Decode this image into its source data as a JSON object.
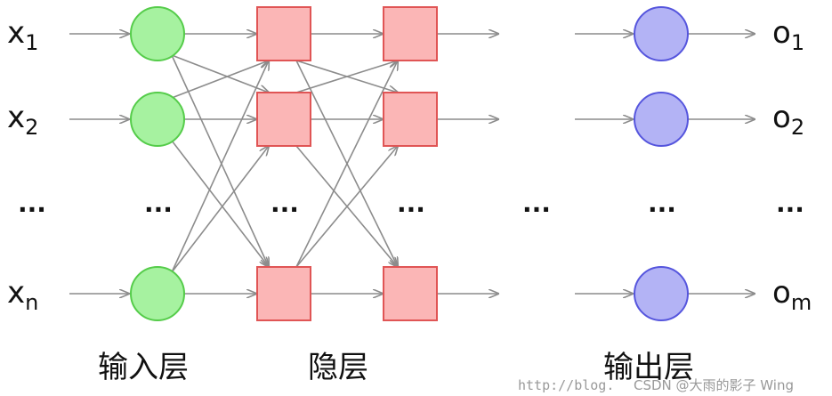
{
  "inputs": [
    {
      "base": "x",
      "sub": "1"
    },
    {
      "base": "x",
      "sub": "2"
    },
    {
      "base": "x",
      "sub": "n"
    }
  ],
  "outputs": [
    {
      "base": "o",
      "sub": "1"
    },
    {
      "base": "o",
      "sub": "2"
    },
    {
      "base": "o",
      "sub": "m"
    }
  ],
  "ellipsis": "...",
  "layers": {
    "input_label": "输入层",
    "hidden_label": "隐层",
    "output_label": "输出层"
  },
  "watermark": {
    "url": "http://blog.",
    "text": "CSDN @大雨的影子 Wing"
  },
  "colors": {
    "input_fill": "#a6f2a0",
    "input_stroke": "#55cc4a",
    "hidden_fill": "#fbb6b6",
    "hidden_stroke": "#e05555",
    "output_fill": "#b3b3f5",
    "output_stroke": "#5555dd",
    "arrow": "#8c8c8c"
  }
}
